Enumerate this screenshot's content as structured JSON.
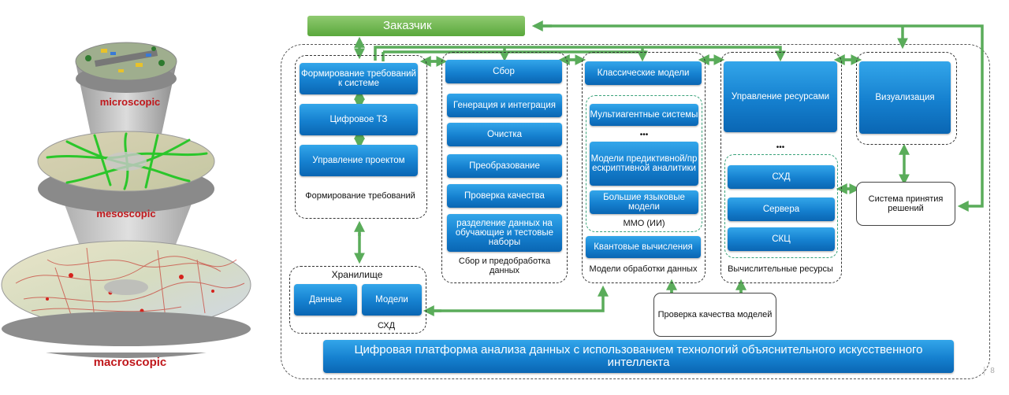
{
  "left_panel": {
    "micro_label": "microscopic",
    "meso_label": "mesoscopic",
    "macro_label": "macroscopic"
  },
  "customer": {
    "label": "Заказчик"
  },
  "requirements": {
    "items": [
      "Формирование требований к системе",
      "Цифровое ТЗ",
      "Управление проектом"
    ],
    "caption": "Формирование требований"
  },
  "storage": {
    "title": "Хранилище",
    "items": [
      "Данные",
      "Модели"
    ],
    "caption": "СХД"
  },
  "data_prep": {
    "header": "Сбор",
    "items": [
      "Генерация и интеграция",
      "Очистка",
      "Преобразование",
      "Проверка качества",
      "разделение данных на обучающие и тестовые наборы"
    ],
    "caption": "Сбор и предобработка данных"
  },
  "models": {
    "header": "Классические модели",
    "ml_items": [
      "Мультиагентные системы",
      "•••",
      "Модели предиктивной/пр ескриптивной аналитики",
      "Большие языковые модели"
    ],
    "ml_caption": "ММО (ИИ)",
    "quantum": "Квантовые вычисления",
    "caption": "Модели обработки данных"
  },
  "compute": {
    "resource_mgmt": "Управление ресурсами",
    "dots": "•••",
    "items": [
      "СХД",
      "Сервера",
      "СКЦ"
    ],
    "caption": "Вычислительные ресурсы"
  },
  "visualization": {
    "label": "Визуализация"
  },
  "decision_system": {
    "label": "Система принятия решений"
  },
  "model_check": {
    "label": "Проверка качества моделей"
  },
  "platform": {
    "label": "Цифровая платформа анализа данных с использованием технологий объяснительного искусственного интеллекта"
  },
  "page_number": "8",
  "colors": {
    "arrow": "#5aac5a",
    "box_blue": "#1580cf",
    "customer_green": "#66b346"
  }
}
